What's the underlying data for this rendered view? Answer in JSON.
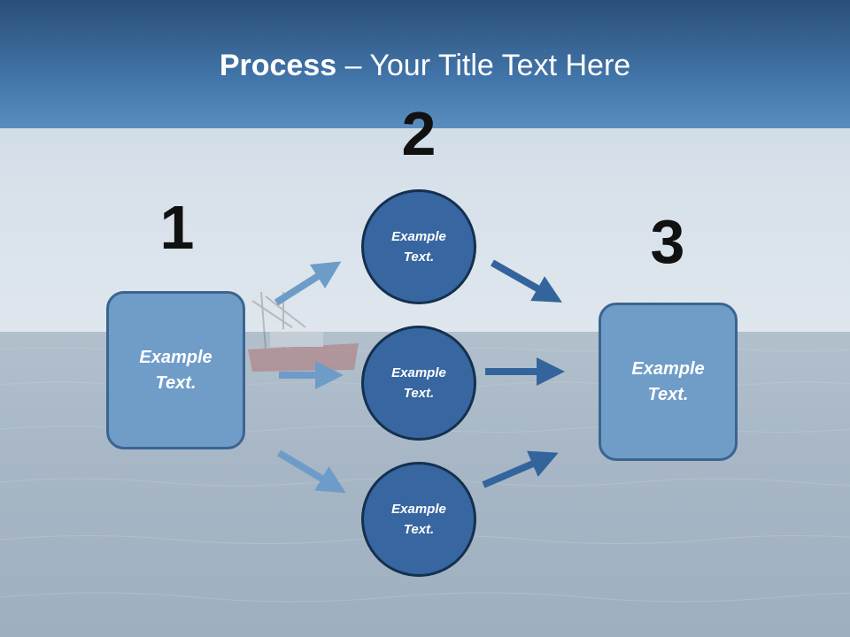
{
  "slide": {
    "title_bold": "Process",
    "title_rest": " – Your Title Text Here"
  },
  "steps": {
    "one": {
      "number": "1",
      "label": "Example Text."
    },
    "two": {
      "number": "2",
      "circles": [
        "Example Text.",
        "Example Text.",
        "Example Text."
      ]
    },
    "three": {
      "number": "3",
      "label": "Example Text."
    }
  },
  "colors": {
    "header": "#3a6a9e",
    "box_fill": "#6f9dc8",
    "circle_fill": "#3766a0",
    "arrow_light": "#6e9cc9",
    "arrow_dark": "#33659c"
  }
}
